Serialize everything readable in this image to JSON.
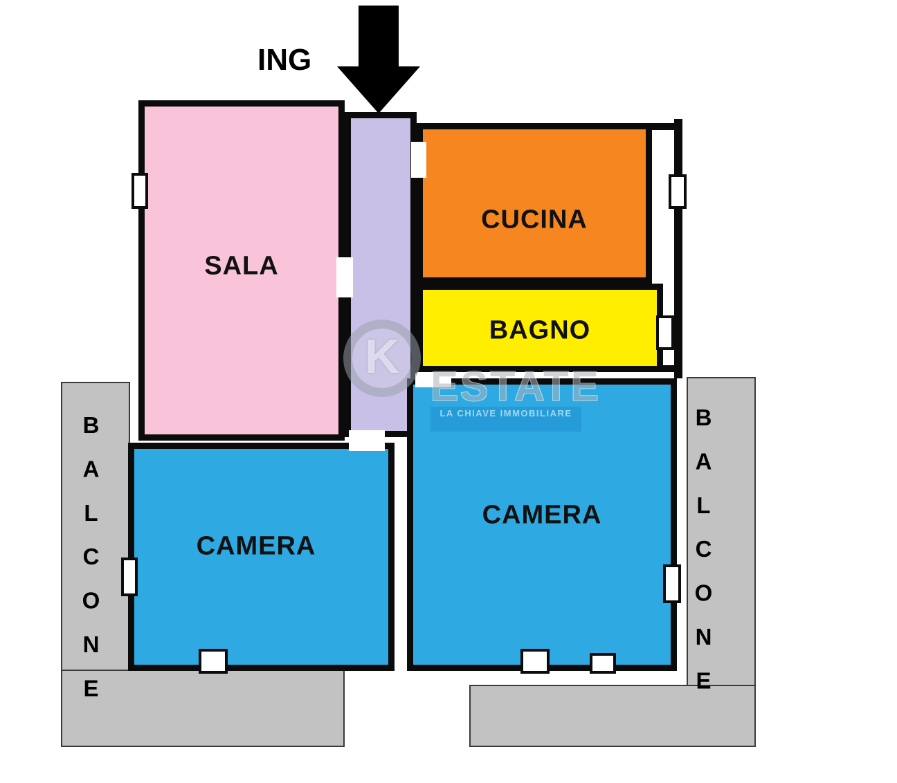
{
  "entrance": {
    "label": "ING"
  },
  "rooms": {
    "sala": {
      "label": "SALA",
      "color": "#f9c4da"
    },
    "ingresso": {
      "label": "",
      "color": "#c9c0e8"
    },
    "cucina": {
      "label": "CUCINA",
      "color": "#f6861f"
    },
    "bagno": {
      "label": "BAGNO",
      "color": "#ffee00"
    },
    "camera_sinistra": {
      "label": "CAMERA",
      "color": "#2fa9e1"
    },
    "camera_destra": {
      "label": "CAMERA",
      "color": "#2fa9e1"
    }
  },
  "balconies": {
    "left": {
      "label": "BALCONE"
    },
    "right": {
      "label": "BALCONE"
    },
    "color": "#c2c2c2"
  },
  "walls": {
    "color": "#0b0b0b"
  },
  "watermark": {
    "initial": "K",
    "name": "ESTATE",
    "tagline": "LA CHIAVE IMMOBILIARE"
  }
}
